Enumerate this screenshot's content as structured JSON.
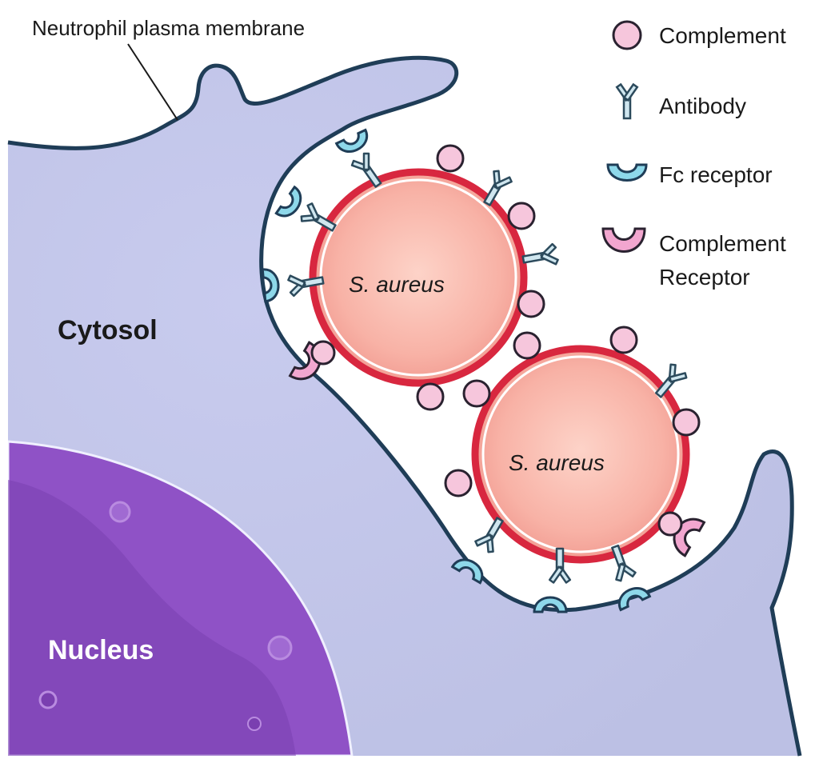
{
  "labels": {
    "membrane": "Neutrophil plasma membrane",
    "cytosol": "Cytosol",
    "nucleus": "Nucleus",
    "bacterium_1": "S. aureus",
    "bacterium_2": "S. aureus"
  },
  "legend": {
    "items": [
      {
        "icon": "complement-icon",
        "label": "Complement"
      },
      {
        "icon": "antibody-icon",
        "label": "Antibody"
      },
      {
        "icon": "fc-receptor-icon",
        "label": "Fc receptor"
      },
      {
        "icon": "complement-receptor-icon",
        "label_line1": "Complement",
        "label_line2": "Receptor"
      }
    ]
  },
  "colors": {
    "cytosol": "#c4c7e8",
    "membrane": "#1f3d57",
    "nucleus": "#8f52c6",
    "bacterium_fill": "#f7a8a0",
    "bacterium_rim": "#d8273f",
    "complement": "#f6c6dc",
    "antibody": "#cfe6ef",
    "fc_receptor": "#8ed8ea",
    "complement_receptor": "#f2a6cf"
  }
}
